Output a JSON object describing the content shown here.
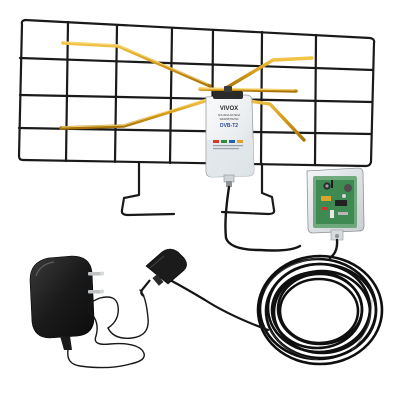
{
  "amplifier": {
    "brand": "VIVOX",
    "line1": "SOLIDNA ANTENA",
    "line2": "WEWNĘTRZNA",
    "model": "DVB-T2"
  }
}
